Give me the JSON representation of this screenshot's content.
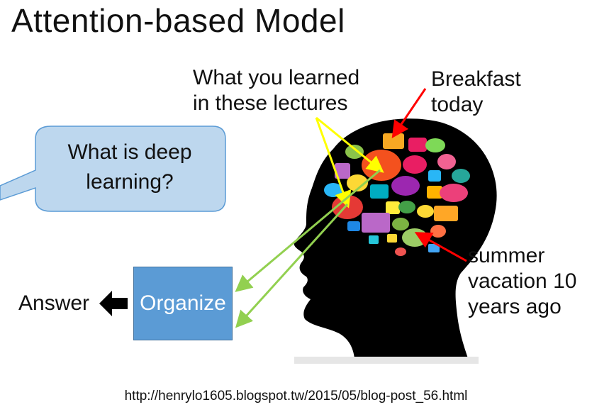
{
  "slide": {
    "title": "Attention-based Model",
    "question": "What is deep\nlearning?",
    "organize": "Organize",
    "answer": "Answer",
    "learned_label": "What you learned\nin these lectures",
    "breakfast_label": "Breakfast\ntoday",
    "summer_label": "summer\nvacation 10\nyears ago",
    "source_url": "http://henrylo1605.blogspot.tw/2015/05/blog-post_56.html"
  },
  "colors": {
    "bubble_fill": "#bdd7ee",
    "bubble_stroke": "#5b9bd5",
    "organize_fill": "#5b9bd5",
    "head": "#000000",
    "yellow_arrow": "#ffff00",
    "red_arrow": "#ff0000",
    "green_arrow": "#92d050"
  },
  "icons": {
    "answer_arrow": "left-arrow-icon",
    "brain": "speech-bubbles-brain-icon"
  }
}
